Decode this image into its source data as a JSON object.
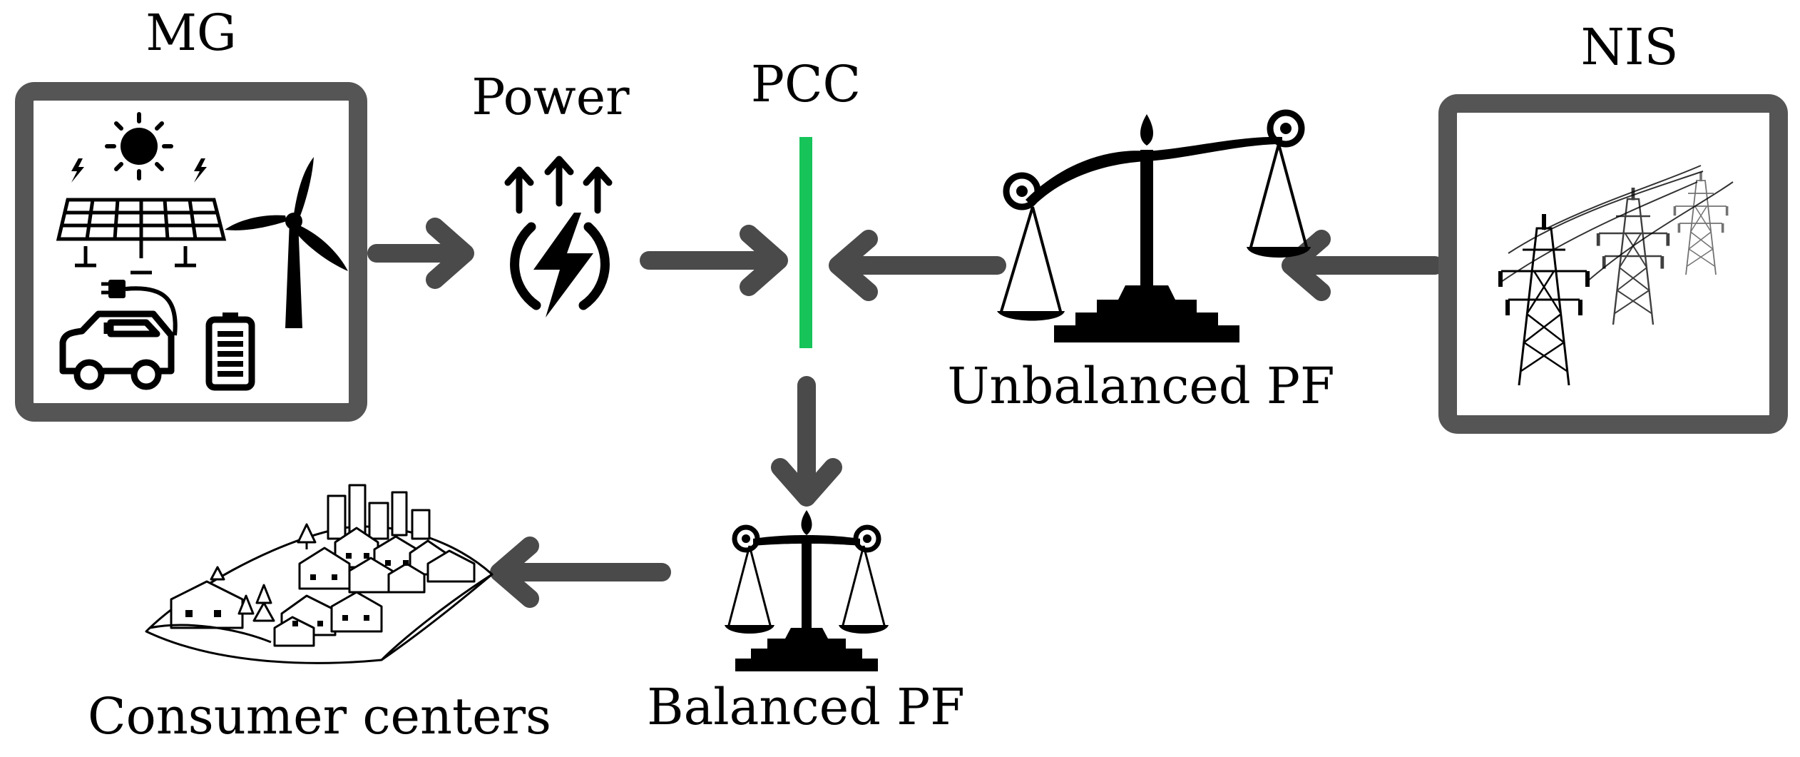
{
  "labels": {
    "mg": "MG",
    "power": "Power",
    "pcc": "PCC",
    "nis": "NIS",
    "unbalanced": "Unbalanced PF",
    "balanced": "Balanced PF",
    "consumers": "Consumer centers"
  },
  "colors": {
    "arrow": "#4a4a4a",
    "frame": "#555555",
    "pcc_bus": "#16c45a",
    "ink": "#000000"
  },
  "icons": {
    "mg": [
      "sun-icon",
      "solar-panel-icon",
      "wind-turbine-icon",
      "electric-car-icon",
      "battery-icon",
      "plug-icon"
    ],
    "power": "power-bolt-icon",
    "balance": "balance-scale-icon",
    "nis": "transmission-tower-icon",
    "consumers": "city-houses-icon"
  }
}
